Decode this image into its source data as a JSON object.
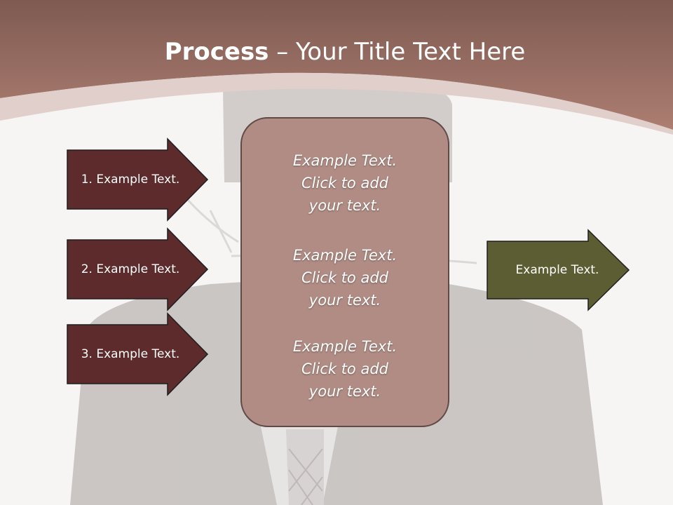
{
  "title": {
    "bold": "Process",
    "rest": " – Your Title Text Here"
  },
  "left_arrows": [
    {
      "label": "1. Example Text."
    },
    {
      "label": "2. Example Text."
    },
    {
      "label": "3. Example Text."
    }
  ],
  "center_box": {
    "blocks": [
      {
        "lines": [
          "Example Text.",
          "Click  to add",
          "your text."
        ]
      },
      {
        "lines": [
          "Example Text.",
          "Click  to add",
          "your text."
        ]
      },
      {
        "lines": [
          "Example Text.",
          "Click  to add",
          "your text."
        ]
      }
    ]
  },
  "right_arrow": {
    "label": "Example Text."
  },
  "colors": {
    "header": "#9e6f66",
    "left_arrow_fill": "#5e2b2c",
    "center_box_fill": "#b08c84",
    "right_arrow_fill": "#5c5d33"
  }
}
